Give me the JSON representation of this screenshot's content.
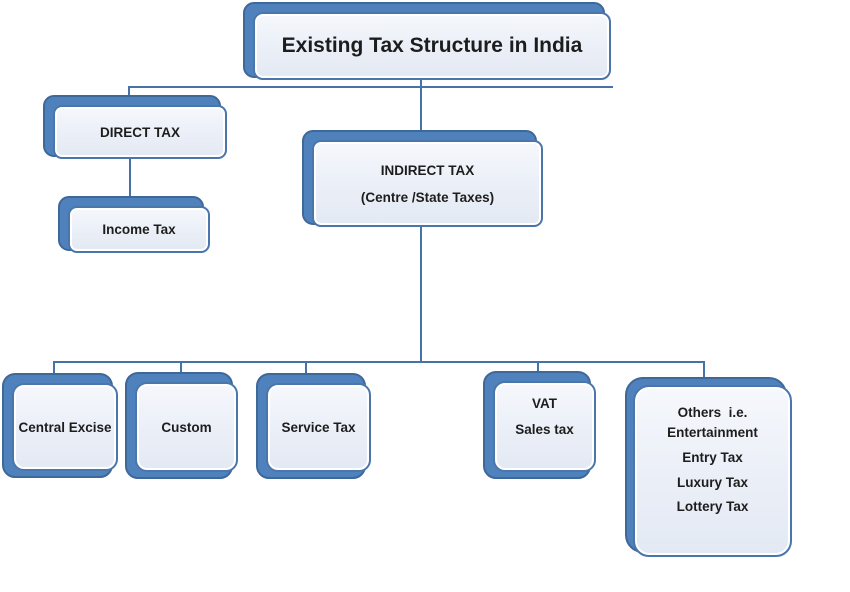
{
  "diagram": {
    "title": "Existing Tax Structure in India",
    "direct": {
      "label": "DIRECT TAX",
      "child": {
        "label": "Income Tax"
      }
    },
    "indirect": {
      "label": "INDIRECT TAX",
      "sublabel": "(Centre /State Taxes)",
      "children": [
        {
          "label": "Central Excise"
        },
        {
          "label": "Custom"
        },
        {
          "label": "Service Tax"
        },
        {
          "lines": [
            "VAT",
            "Sales tax"
          ]
        },
        {
          "lines": [
            "Others  i.e.",
            "Entertainment",
            "Entry Tax",
            "Luxury Tax",
            "Lottery Tax"
          ]
        }
      ]
    },
    "colors": {
      "shadow_blue": "#4f81bd",
      "shadow_border": "#3e6898",
      "box_border": "#4a76ab",
      "box_fill_light": "#f6f8fc",
      "box_fill_dark": "#e3e9f3",
      "connector": "#4573a7",
      "text": "#1d1d1d"
    }
  }
}
